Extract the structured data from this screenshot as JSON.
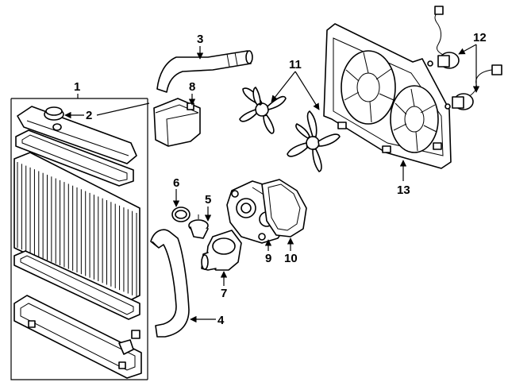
{
  "diagram": {
    "callouts": [
      {
        "id": "1",
        "label": "1"
      },
      {
        "id": "2",
        "label": "2"
      },
      {
        "id": "3",
        "label": "3"
      },
      {
        "id": "4",
        "label": "4"
      },
      {
        "id": "5",
        "label": "5"
      },
      {
        "id": "6",
        "label": "6"
      },
      {
        "id": "7",
        "label": "7"
      },
      {
        "id": "8",
        "label": "8"
      },
      {
        "id": "9",
        "label": "9"
      },
      {
        "id": "10",
        "label": "10"
      },
      {
        "id": "11",
        "label": "11"
      },
      {
        "id": "12",
        "label": "12"
      },
      {
        "id": "13",
        "label": "13"
      }
    ],
    "line_color": "#000000",
    "background": "#ffffff"
  }
}
